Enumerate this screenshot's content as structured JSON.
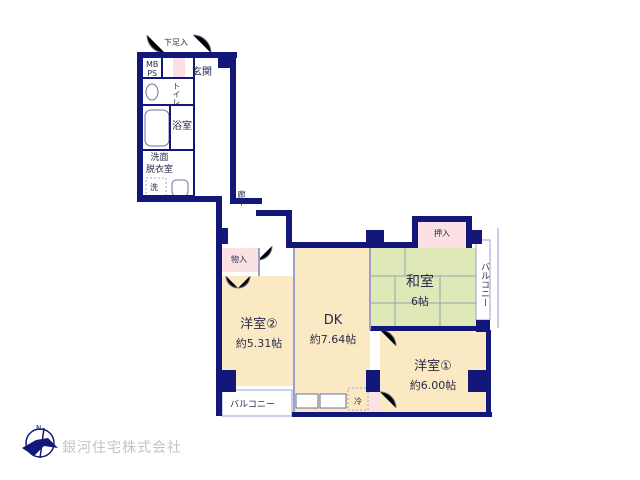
{
  "floorplan": {
    "rooms": {
      "getabako": {
        "label": "下足入"
      },
      "mbps": {
        "label_line1": "MB",
        "label_line2": "PS"
      },
      "genkan": {
        "label": "玄関"
      },
      "toilet": {
        "label": "トイレ"
      },
      "bath": {
        "label": "浴室"
      },
      "washroom": {
        "label_line1": "洗面",
        "label_line2": "脱衣室"
      },
      "washer": {
        "label": "洗"
      },
      "corridor": {
        "label": "廊下"
      },
      "storage": {
        "label": "物入"
      },
      "closet": {
        "label": "押入"
      },
      "western2": {
        "name": "洋室②",
        "size": "約5.31帖"
      },
      "dk": {
        "name": "DK",
        "size": "約7.64帖"
      },
      "japanese": {
        "name": "和室",
        "size": "6帖"
      },
      "western1": {
        "name": "洋室①",
        "size": "約6.00帖"
      },
      "balcony_bottom": {
        "label": "バルコニー"
      },
      "balcony_right": {
        "label": "バルコニー"
      },
      "fridge": {
        "label": "冷"
      }
    },
    "colors": {
      "wall": "#14177a",
      "western": "#fbe9c4",
      "japanese": "#dfe9b8",
      "storage": "#fbe1e4",
      "floor_white": "#ffffff"
    }
  },
  "footer": {
    "compass": "N",
    "company": "銀河住宅株式会社"
  }
}
